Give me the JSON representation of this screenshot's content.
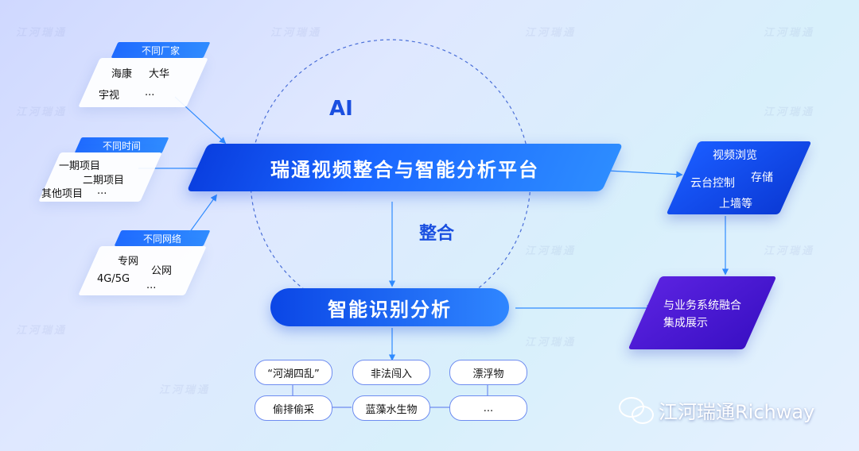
{
  "sources": {
    "vendors": {
      "tag": "不同厂家",
      "items": [
        "海康",
        "大华",
        "宇视",
        "..."
      ]
    },
    "times": {
      "tag": "不同时间",
      "items": [
        "一期项目",
        "二期项目",
        "其他项目",
        "..."
      ]
    },
    "networks": {
      "tag": "不同网络",
      "items": [
        "专网",
        "公网",
        "4G/5G",
        "..."
      ]
    }
  },
  "ai_label": "AI",
  "platform_title": "瑞通视频整合与智能分析平台",
  "integrate_label": "整合",
  "analysis_title": "智能识别分析",
  "output_top": {
    "items": [
      "视频浏览",
      "存储",
      "云台控制",
      "上墙等"
    ]
  },
  "output_bottom": {
    "lines": [
      "与业务系统融合",
      "集成展示"
    ]
  },
  "scenarios": [
    "“河湖四乱”",
    "非法闯入",
    "漂浮物",
    "偷排偷采",
    "蓝藻水生物",
    "..."
  ],
  "brand": "江河瑞通Richway",
  "watermark": "江河瑞通",
  "colors": {
    "accent": "#1a5cff",
    "purple": "#4a18d6",
    "connector": "#2f8bff"
  }
}
